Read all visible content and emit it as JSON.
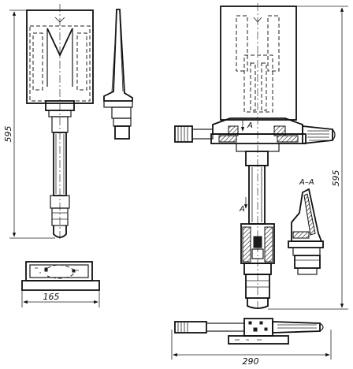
{
  "dimensions": {
    "left_height": "595",
    "right_height": "595",
    "left_width": "165",
    "bottom_width": "290"
  },
  "section": {
    "title": "A–A",
    "marker_upper": "A",
    "marker_lower": "A"
  }
}
